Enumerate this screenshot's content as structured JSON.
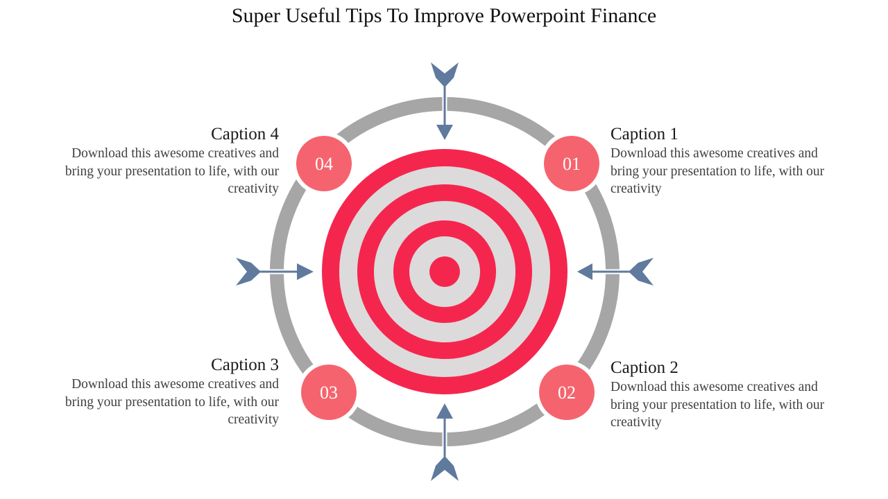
{
  "title": "Super Useful Tips To Improve Powerpoint Finance",
  "colors": {
    "target_red": "#f5264e",
    "target_light": "#dcdadb",
    "ring_gray": "#a6a6a6",
    "badge_pink": "#f5646e",
    "arrow_blue": "#5f7a9c"
  },
  "steps": [
    {
      "number": "01",
      "caption": "Caption 1",
      "text": "Download this awesome creatives and bring your presentation to life, with our creativity"
    },
    {
      "number": "02",
      "caption": "Caption 2",
      "text": "Download this awesome creatives and bring your presentation to life, with our creativity"
    },
    {
      "number": "03",
      "caption": "Caption 3",
      "text": "Download this awesome creatives and bring your presentation to life, with our creativity"
    },
    {
      "number": "04",
      "caption": "Caption 4",
      "text": "Download this awesome creatives and bring your presentation to life, with our creativity"
    }
  ]
}
